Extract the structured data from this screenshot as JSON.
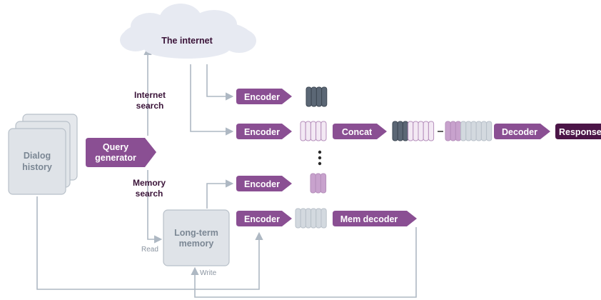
{
  "colors": {
    "purple": "#8a4f93",
    "dark_purple": "#4b1547",
    "light_purple_fill": "#f3e9f4",
    "light_purple_stroke": "#b58ebb",
    "mid_purple_fill": "#c8a2cd",
    "gray_box_fill": "#dfe3e8",
    "gray_box_stroke": "#b8c0c9",
    "dark_token_fill": "#5b6775",
    "dark_token_stroke": "#3d4753",
    "gray_token_fill": "#d3d9df",
    "arrow": "#aeb8c3",
    "cloud": "#e7eaf2",
    "text_dark": "#3a1338",
    "text_gray": "#8b95a1"
  },
  "nodes": {
    "internet": "The internet",
    "dialog_history": [
      "Dialog",
      "history"
    ],
    "query_generator": [
      "Query",
      "generator"
    ],
    "long_term_memory": [
      "Long-term",
      "memory"
    ],
    "encoder": "Encoder",
    "concat": "Concat",
    "decoder": "Decoder",
    "response": "Response",
    "mem_decoder": "Mem decoder"
  },
  "edge_labels": {
    "internet_search": [
      "Internet",
      "search"
    ],
    "memory_search": [
      "Memory",
      "search"
    ],
    "read": "Read",
    "write": "Write"
  },
  "icons": [
    "cloud-icon",
    "vertical-ellipsis-icon",
    "token-stack-icon"
  ]
}
